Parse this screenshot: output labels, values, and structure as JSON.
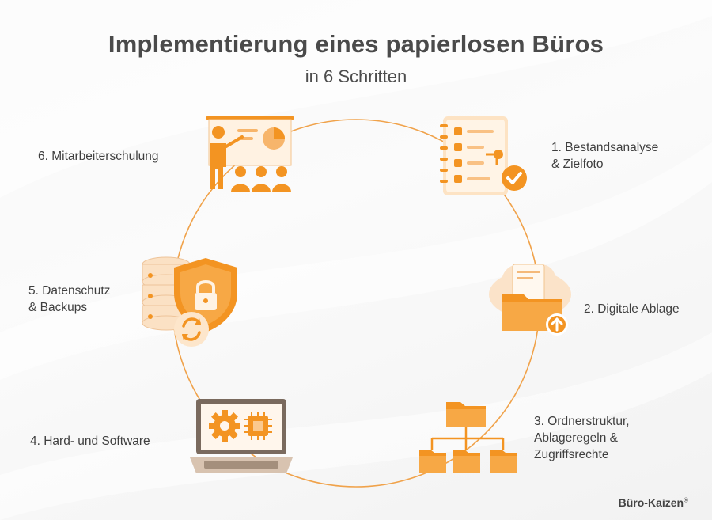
{
  "header": {
    "title": "Implementierung eines papierlosen Büros",
    "subtitle": "in 6 Schritten"
  },
  "steps": [
    {
      "line1": "1.  Bestandsanalyse",
      "line2": "& Zielfoto",
      "line3": "",
      "icon": "checklist-icon"
    },
    {
      "line1": "2. Digitale Ablage",
      "line2": "",
      "line3": "",
      "icon": "cloud-folder-icon"
    },
    {
      "line1": "3. Ordnerstruktur,",
      "line2": "Ablageregeln &",
      "line3": "Zugriffsrechte",
      "icon": "folder-tree-icon"
    },
    {
      "line1": "4. Hard- und Software",
      "line2": "",
      "line3": "",
      "icon": "laptop-gear-icon"
    },
    {
      "line1": "5. Datenschutz",
      "line2": "& Backups",
      "line3": "",
      "icon": "shield-lock-icon"
    },
    {
      "line1": "6. Mitarbeiterschulung",
      "line2": "",
      "line3": "",
      "icon": "presentation-icon"
    }
  ],
  "brand": {
    "name": "Büro-Kaizen",
    "mark": "®"
  },
  "colors": {
    "accent": "#f39422",
    "accent_light": "#f9b65d",
    "ring": "#f0a24a"
  }
}
